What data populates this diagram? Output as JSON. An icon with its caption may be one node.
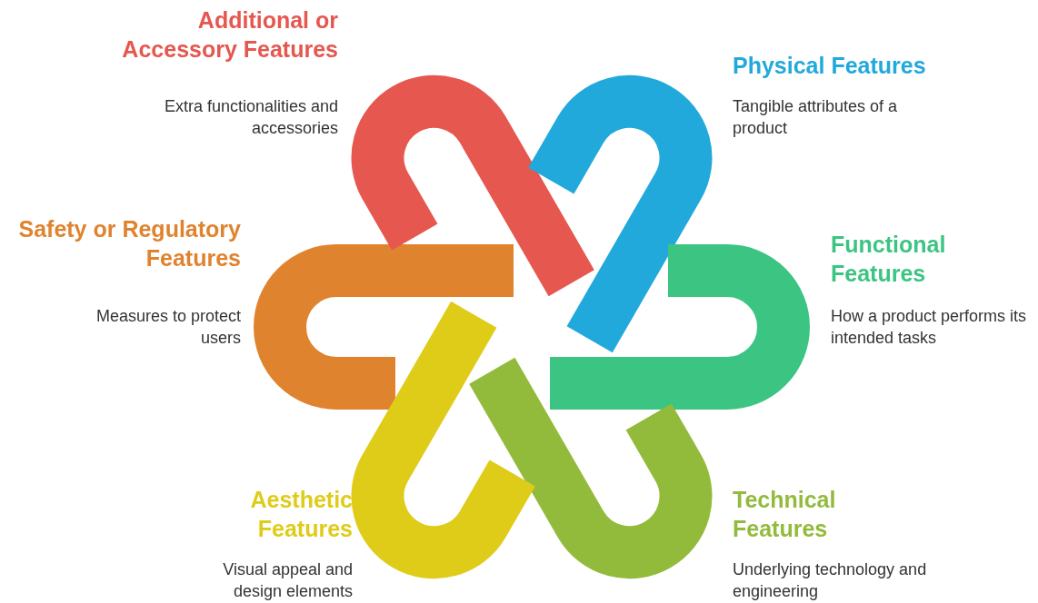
{
  "diagram": {
    "labels": [
      "Additional or Accessory Features",
      "Extra functionalities and accessories",
      "Physical Features",
      "Tangible attributes of a product",
      "Safety or Regulatory Features",
      "Measures to protect users",
      "Functional Features",
      "How a product performs its intended tasks",
      "Aesthetic Features",
      "Visual appeal and design elements",
      "Technical Features",
      "Underlying technology and engineering"
    ]
  }
}
